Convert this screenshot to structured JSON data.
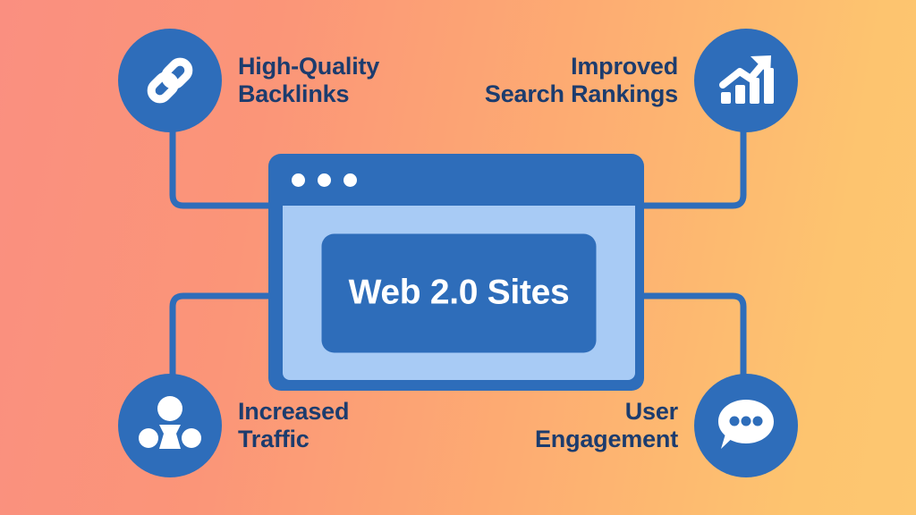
{
  "infographic": {
    "center": {
      "title": "Web 2.0 Sites",
      "window_dots": [
        "dot-1",
        "dot-2",
        "dot-3"
      ]
    },
    "nodes": [
      {
        "id": "high-quality-backlinks",
        "label": "High-Quality\nBacklinks",
        "icon": "link-chain-icon",
        "position": "top-left"
      },
      {
        "id": "improved-search-rankings",
        "label": "Improved\nSearch Rankings",
        "icon": "growth-bar-chart-icon",
        "position": "top-right"
      },
      {
        "id": "increased-traffic",
        "label": "Increased\nTraffic",
        "icon": "people-group-icon",
        "position": "bottom-left"
      },
      {
        "id": "user-engagement",
        "label": "User\nEngagement",
        "icon": "chat-bubble-icon",
        "position": "bottom-right"
      }
    ],
    "colors": {
      "brand_blue": "#2E6DBA",
      "text_navy": "#1C3C6E",
      "screen_light_blue": "#A8CBF5",
      "background_start": "#FA8F80",
      "background_end": "#FDC46F",
      "icon_white": "#FFFFFF"
    }
  }
}
